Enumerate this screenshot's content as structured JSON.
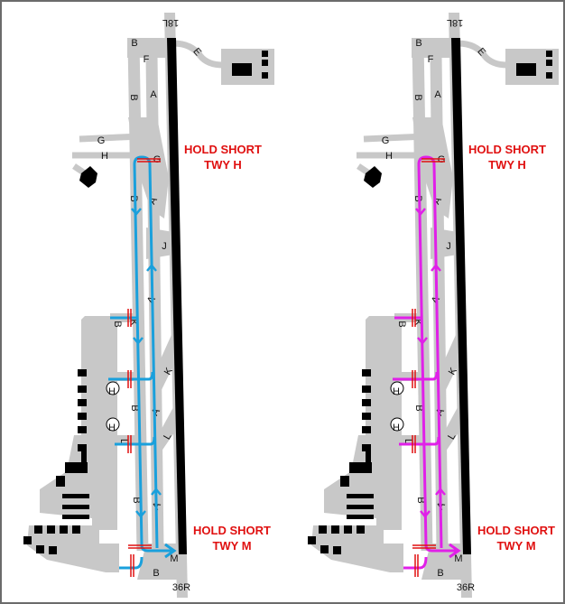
{
  "colors": {
    "taxiway": "#c8c8c8",
    "runway": "#000000",
    "hold_bar": "#e01010",
    "hold_text": "#e01010"
  },
  "panels": [
    {
      "route_color": "#1aa0dc",
      "hold_short_top": {
        "line1": "HOLD SHORT",
        "line2": "TWY H"
      },
      "hold_short_bottom": {
        "line1": "HOLD SHORT",
        "line2": "TWY M"
      }
    },
    {
      "route_color": "#e020e8",
      "hold_short_top": {
        "line1": "HOLD SHORT",
        "line2": "TWY H"
      },
      "hold_short_bottom": {
        "line1": "HOLD SHORT",
        "line2": "TWY M"
      }
    }
  ],
  "labels": {
    "runway_north": "18L",
    "runway_south": "36R",
    "taxiways": [
      "B",
      "F",
      "E",
      "B",
      "A",
      "G",
      "H",
      "G",
      "B",
      "A",
      "J",
      "A",
      "K",
      "B",
      "K",
      "H",
      "B",
      "A",
      "H",
      "L",
      "L",
      "B",
      "A",
      "M",
      "B"
    ]
  }
}
